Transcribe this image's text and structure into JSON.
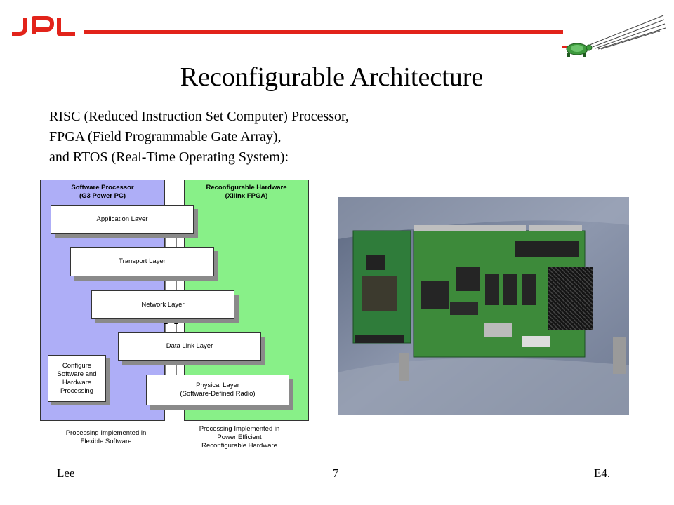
{
  "header": {
    "logo_icon": "jpl-logo-icon",
    "logo_text": "JPL",
    "accent_color": "#e2231a",
    "mascot_icon": "turtle-mascot-icon"
  },
  "slide": {
    "title": "Reconfigurable Architecture",
    "subtitle_lines": [
      "RISC (Reduced Instruction Set Computer) Processor,",
      "FPGA (Field Programmable Gate Array),",
      "and RTOS (Real-Time Operating System):"
    ]
  },
  "diagram": {
    "left_panel": {
      "title_line1": "Software Processor",
      "title_line2": "(G3 Power PC)",
      "color": "#aeaef7"
    },
    "right_panel": {
      "title_line1": "Reconfigurable Hardware",
      "title_line2": "(Xilinx FPGA)",
      "color": "#88f088"
    },
    "layers": {
      "application": "Application Layer",
      "transport": "Transport Layer",
      "network": "Network Layer",
      "datalink": "Data Link Layer",
      "physical_line1": "Physical Layer",
      "physical_line2": "(Software-Defined Radio)"
    },
    "configure_box": {
      "line1": "Configure",
      "line2": "Software and",
      "line3": "Hardware",
      "line4": "Processing"
    },
    "caption_left": {
      "line1": "Processing Implemented in",
      "line2": "Flexible Software"
    },
    "caption_right": {
      "line1": "Processing Implemented in",
      "line2": "Power Efficient",
      "line3": "Reconfigurable Hardware"
    }
  },
  "photo": {
    "icon": "circuit-board-photo-icon"
  },
  "footer": {
    "left": "Lee",
    "center": "7",
    "right": "E4."
  }
}
